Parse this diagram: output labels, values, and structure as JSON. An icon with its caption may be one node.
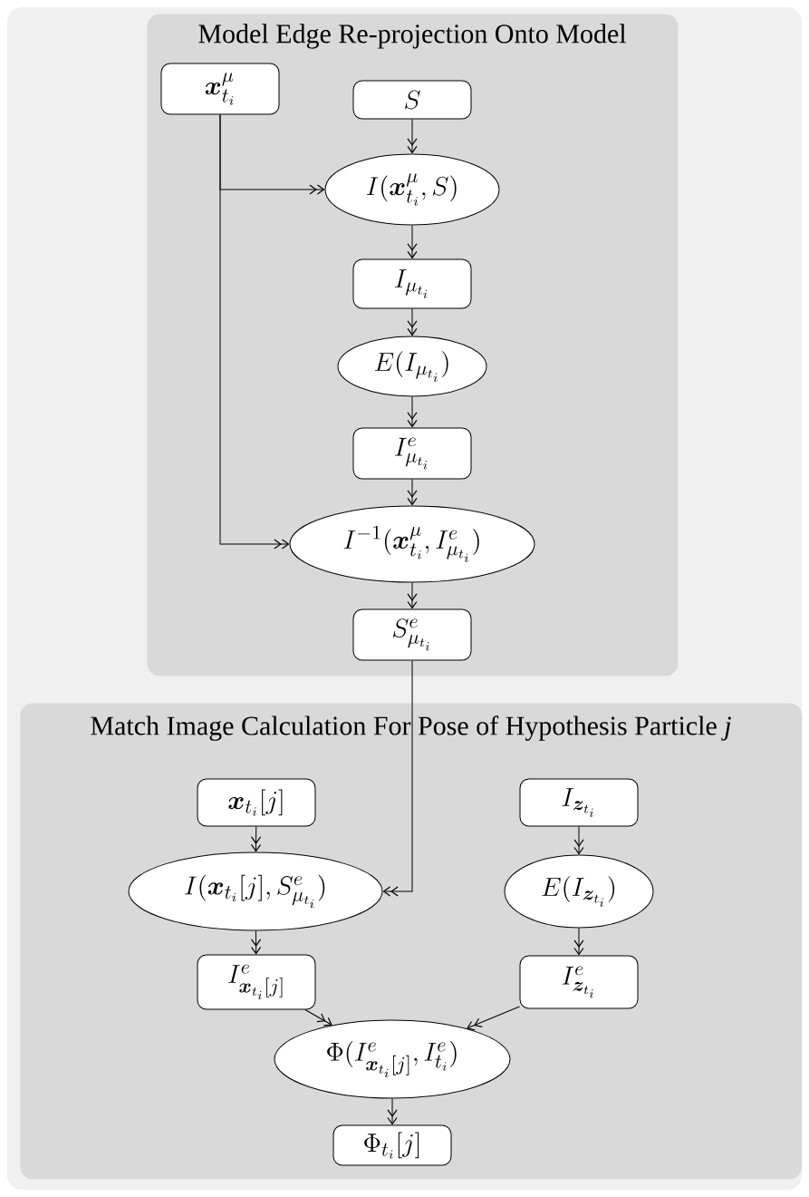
{
  "diagram": {
    "nodes": [
      {
        "text": [
          "Model Edge Re-projection Onto Model"
        ]
      },
      {
        "text": [
          "\\boldsymbol{x}^{\\mu}_{t_i}"
        ],
        "in": 0
      },
      {
        "text": [
          "S"
        ],
        "in": 0
      },
      {
        "text": [
          "I(\\boldsymbol{x}^{\\mu}_{t_i}, S)"
        ],
        "in": 0
      },
      {
        "text": [
          "I_{\\mu_{t_i}}"
        ],
        "in": 0
      },
      {
        "text": [
          "E(I_{\\mu_{t_i}})"
        ],
        "in": 0
      },
      {
        "text": [
          "I^{e}_{\\mu_{t_i}}"
        ],
        "in": 0
      },
      {
        "text": [
          "I^{-1}(\\boldsymbol{x}^{\\mu}_{t_i}, I^{e}_{\\mu_{t_i}})"
        ],
        "in": 0
      },
      {
        "text": [
          "S^{e}_{\\mu_{t_i}}"
        ],
        "in": 0
      },
      {
        "text": [
          "Match Image Calculation For Pose of Hypothesis Particle *j*"
        ]
      },
      {
        "text": [
          "\\boldsymbol{x}_{t_i}[j]"
        ],
        "in": 9
      },
      {
        "text": [
          "I(\\boldsymbol{x}_{t_i}[j], S^{e}_{\\mu_{t_i}})"
        ],
        "in": 9
      },
      {
        "text": [
          "I_{\\boldsymbol{z}_{t_i}}"
        ],
        "in": 9
      },
      {
        "text": [
          "E(I_{\\boldsymbol{z}_{t_i}})"
        ],
        "in": 9
      },
      {
        "text": [
          "I^{e}_{\\boldsymbol{x}_{t_i}[j]}"
        ],
        "in": 9
      },
      {
        "text": [
          "I^{e}_{\\boldsymbol{z}_{t_i}}"
        ],
        "in": 9
      },
      {
        "text": [
          "\\Phi(I^{e}_{\\boldsymbol{x}_{t_i}[j]}, I^{e}_{t_i})"
        ],
        "in": 9
      },
      {
        "text": [
          "\\Phi_{t_i}[j]"
        ],
        "in": 9
      }
    ],
    "edges": [
      {
        "from": 1,
        "to": 3,
        "arrow": "to"
      },
      {
        "from": 2,
        "to": 3,
        "arrow": "to"
      },
      {
        "from": 3,
        "to": 4,
        "arrow": "to"
      },
      {
        "from": 4,
        "to": 5,
        "arrow": "to"
      },
      {
        "from": 5,
        "to": 6,
        "arrow": "to"
      },
      {
        "from": 6,
        "to": 7,
        "arrow": "to"
      },
      {
        "from": 1,
        "to": 7,
        "arrow": "to"
      },
      {
        "from": 7,
        "to": 8,
        "arrow": "to"
      },
      {
        "from": 8,
        "to": 11,
        "arrow": "to"
      },
      {
        "from": 10,
        "to": 11,
        "arrow": "to"
      },
      {
        "from": 12,
        "to": 13,
        "arrow": "to"
      },
      {
        "from": 11,
        "to": 14,
        "arrow": "to"
      },
      {
        "from": 13,
        "to": 15,
        "arrow": "to"
      },
      {
        "from": 14,
        "to": 16,
        "arrow": "to"
      },
      {
        "from": 15,
        "to": 16,
        "arrow": "to"
      },
      {
        "from": 16,
        "to": 17,
        "arrow": "to"
      }
    ]
  }
}
